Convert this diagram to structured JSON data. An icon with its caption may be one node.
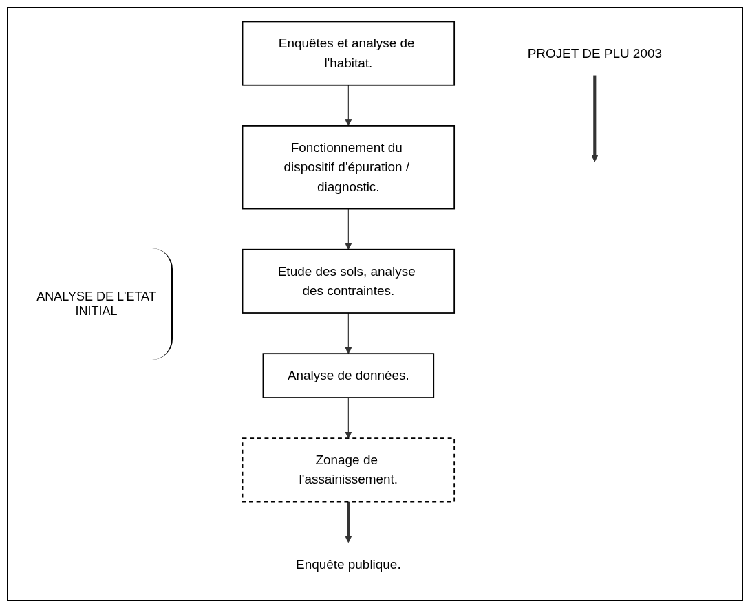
{
  "diagram": {
    "nodes": [
      {
        "text": [
          "Enquêtes et analyse de l'habitat."
        ]
      },
      {
        "text": [
          "Fonctionnement du dispositif d'épuration / diagnostic."
        ]
      },
      {
        "text": [
          "Etude des sols, analyse des contraintes."
        ]
      },
      {
        "text": [
          "Analyse de données."
        ]
      },
      {
        "text": [
          "Zonage de l'assainissement."
        ]
      },
      {
        "text": [
          "Enquête publique."
        ]
      },
      {
        "text": [
          "PROJET DE PLU 2003"
        ]
      }
    ],
    "edges": [
      {
        "from": 0,
        "to": 1,
        "arrow": "to"
      },
      {
        "from": 1,
        "to": 2,
        "arrow": "to"
      },
      {
        "from": 2,
        "to": 3,
        "arrow": "to"
      },
      {
        "from": 3,
        "to": 4,
        "arrow": "to"
      },
      {
        "from": 4,
        "to": 5,
        "arrow": "to",
        "style": "thick"
      },
      {
        "from": 6,
        "to": null,
        "arrow": "to",
        "style": "thick"
      }
    ],
    "labels": [
      "ANALYSE DE L'ETAT INITIAL"
    ]
  }
}
